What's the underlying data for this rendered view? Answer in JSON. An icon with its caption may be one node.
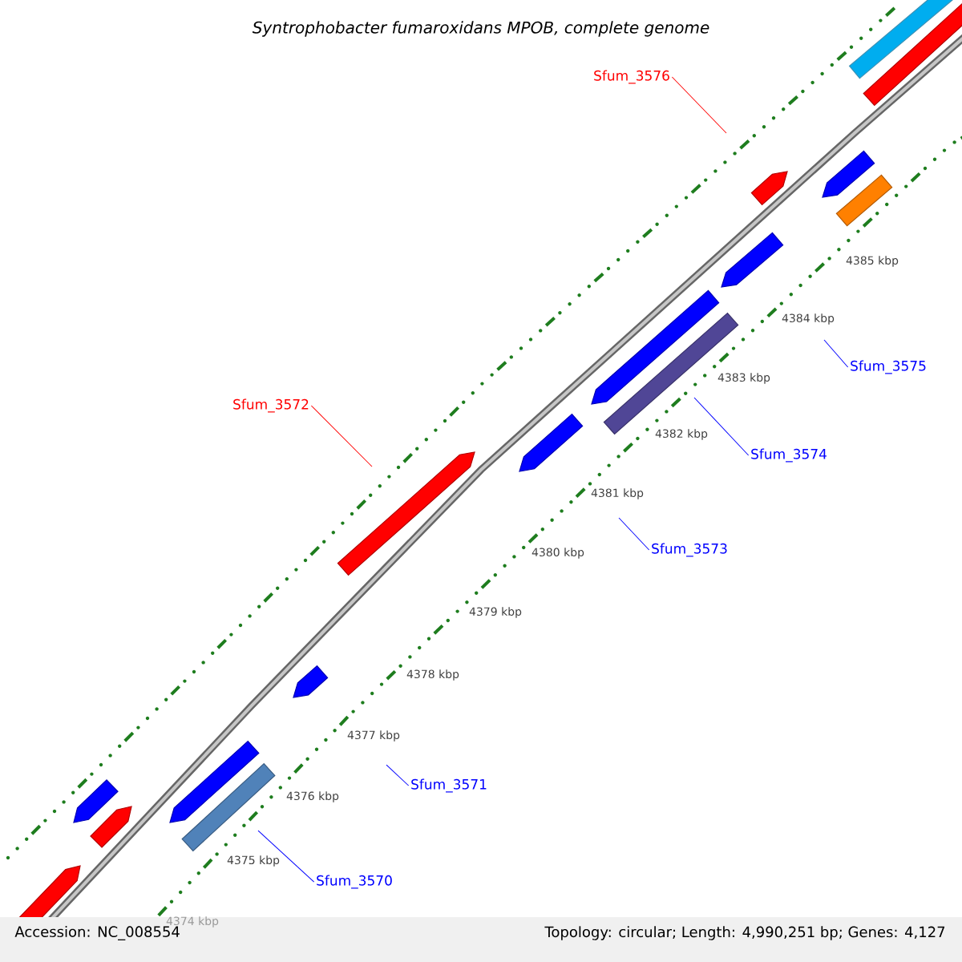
{
  "diagram": {
    "title": "Syntrophobacter fumaroxidans MPOB, complete genome",
    "nodes": [
      {
        "text": [
          "Sfum_3576"
        ]
      },
      {
        "text": [
          "Sfum_3575"
        ]
      },
      {
        "text": [
          "Sfum_3572"
        ]
      },
      {
        "text": [
          "Sfum_3574"
        ]
      },
      {
        "text": [
          "Sfum_3573"
        ]
      },
      {
        "text": [
          "Sfum_3571"
        ]
      },
      {
        "text": [
          "Sfum_3570"
        ]
      }
    ],
    "edges": [
      {
        "from": 0,
        "to": null,
        "arrow": "none",
        "color": "#ff0000"
      },
      {
        "from": 1,
        "to": null,
        "arrow": "none"
      },
      {
        "from": 2,
        "to": null,
        "arrow": "none",
        "color": "#ff0000"
      },
      {
        "from": 3,
        "to": null,
        "arrow": "none"
      },
      {
        "from": 4,
        "to": null,
        "arrow": "none"
      },
      {
        "from": 5,
        "to": null,
        "arrow": "none"
      },
      {
        "from": 6,
        "to": null,
        "arrow": "none"
      }
    ],
    "labels": [
      "4385 kbp",
      "4384 kbp",
      "4383 kbp",
      "4382 kbp",
      "4381 kbp",
      "4380 kbp",
      "4379 kbp",
      "4378 kbp",
      "4377 kbp",
      "4376 kbp",
      "4375 kbp",
      "4374 kbp",
      "Accession: NC_008554",
      "Topology: circular; Length: 4,990,251 bp; Genes: 4,127"
    ]
  }
}
